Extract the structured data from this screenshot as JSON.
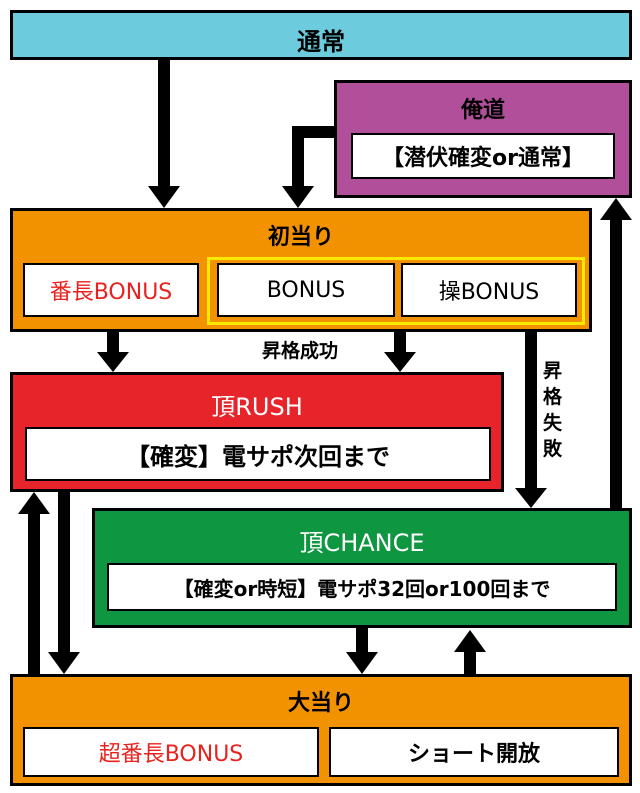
{
  "colors": {
    "normal_bg": "#6ccbdc",
    "ore_bg": "#b24f9b",
    "orange_bg": "#f39200",
    "rush_bg": "#e62429",
    "chance_bg": "#0f9640",
    "highlight_border": "#f7ea00",
    "red_text": "#e8231f"
  },
  "nodes": {
    "normal": {
      "title": "通常"
    },
    "ore": {
      "title": "俺道",
      "inner": "【潜伏確変or通常】"
    },
    "first_hit": {
      "title": "初当り",
      "bancho_bonus": "番長BONUS",
      "bonus": "BONUS",
      "sou_bonus": "操BONUS"
    },
    "rush": {
      "title": "頂RUSH",
      "inner": "【確変】電サポ次回まで"
    },
    "chance": {
      "title": "頂CHANCE",
      "inner": "【確変or時短】電サポ32回or100回まで"
    },
    "big_hit": {
      "title": "大当り",
      "super_bancho_bonus": "超番長BONUS",
      "short_open": "ショート開放"
    }
  },
  "edge_labels": {
    "promotion_success": "昇格成功",
    "promotion_fail": "昇格失敗"
  }
}
